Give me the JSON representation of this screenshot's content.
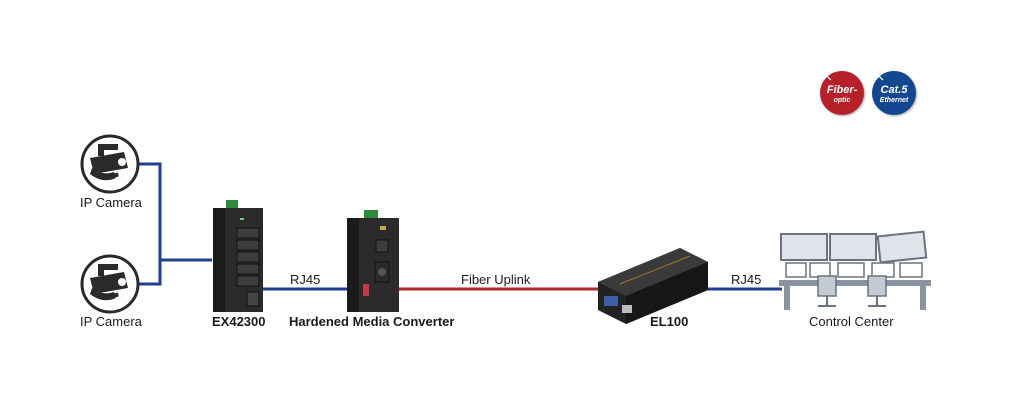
{
  "nodes": {
    "camera_top": "IP Camera",
    "camera_bottom": "IP Camera",
    "switch": "EX42300",
    "converter": "Hardened Media Converter",
    "el100": "EL100",
    "control": "Control Center"
  },
  "links": {
    "rj45_left": "RJ45",
    "fiber": "Fiber Uplink",
    "rj45_right": "RJ45"
  },
  "legend": {
    "fiber_line1": "Fiber-",
    "fiber_line2": "optic",
    "cat5_line1": "Cat.5",
    "cat5_line2": "Ethernet"
  },
  "colors": {
    "ethernet": "#1f3f8f",
    "fiber": "#b3262a",
    "fiber_badge": "#b5202a",
    "cat5_badge": "#13478f"
  },
  "icons": {
    "camera": "security-camera-icon",
    "switch": "industrial-switch-icon",
    "converter": "media-converter-icon",
    "el100": "ethernet-extender-icon",
    "control": "control-room-icon"
  }
}
